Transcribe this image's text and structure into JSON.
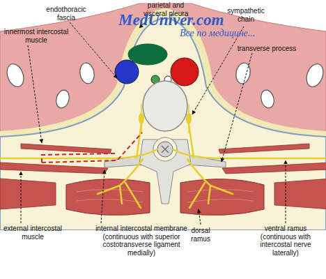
{
  "diagram": {
    "labels": [
      "parietal and visceral pleura",
      "MedUniver.com",
      "sympathetic chain",
      "endothoracic fascia",
      "Все по медицине...",
      "transverse process",
      "innermost intercostal muscle",
      "external intercostal muscle",
      "internal intercostal membrane (continuous with superior costotransverse ligament medially)",
      "dorsal ramus",
      "ventral ramus (continuous with intercostal nerve laterally)"
    ]
  }
}
